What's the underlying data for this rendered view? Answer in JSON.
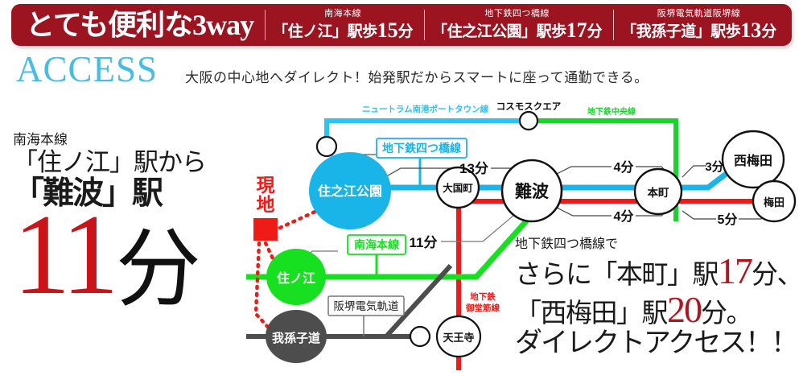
{
  "header": {
    "headline": "とても便利な3way",
    "routes": [
      {
        "line": "南海本線",
        "station": "「住ノ江」駅歩",
        "minutes": "15",
        "unit": "分"
      },
      {
        "line": "地下鉄四つ橋線",
        "station": "「住之江公園」駅歩",
        "minutes": "17",
        "unit": "分"
      },
      {
        "line": "阪堺電気軌道阪堺線",
        "station": "「我孫子道」駅歩",
        "minutes": "13",
        "unit": "分"
      }
    ],
    "band_color": "#9d1421"
  },
  "subheader": {
    "title": "ACCESS",
    "title_color": "#45bde4",
    "description": "大阪の中心地へダイレクト！始発駅だからスマートに座って通勤できる。"
  },
  "left_copy": {
    "line_name": "南海本線",
    "from_station": "「住ノ江」駅から",
    "to_station": "「難波」駅",
    "minutes": "11",
    "unit": "分",
    "minutes_color": "#cc1318"
  },
  "bottom_right_copy": {
    "lead": "地下鉄四つ橋線で",
    "line1_prefix": "さらに「本町」駅",
    "line1_number": "17",
    "line1_suffix": "分、",
    "line2_prefix": "「西梅田」駅",
    "line2_number": "20",
    "line2_suffix": "分。",
    "line3": "ダイレクトアクセス！！",
    "number_color": "#b5121b"
  },
  "map": {
    "site_marker": {
      "label": "現地",
      "color": "#ee1b16"
    },
    "lines": [
      {
        "name": "ニュートラム南港ポートタウン線",
        "color": "#29c5f6",
        "label_color": "#29c5f6"
      },
      {
        "name": "地下鉄中央線",
        "color": "#18d52b",
        "label_color": "#18d52b"
      },
      {
        "name": "地下鉄四つ橋線",
        "color": "#19b4e8",
        "label_color": "#19b4e8"
      },
      {
        "name": "南海本線",
        "color": "#16e01f",
        "label_color": "#16e01f"
      },
      {
        "name": "地下鉄御堂筋線",
        "color": "#ee1b16",
        "label_color": "#ee1b16"
      },
      {
        "name": "阪堺電気軌道",
        "color": "#4d4d4d",
        "label_color": "#333333"
      }
    ],
    "stations": [
      {
        "name": "コスモスクエア",
        "style": "small-open"
      },
      {
        "name": "住之江公園",
        "style": "big-cyan"
      },
      {
        "name": "大国町",
        "style": "mid-open"
      },
      {
        "name": "難波",
        "style": "big-open"
      },
      {
        "name": "本町",
        "style": "mid-open"
      },
      {
        "name": "西梅田",
        "style": "big-open"
      },
      {
        "name": "梅田",
        "style": "mid-open"
      },
      {
        "name": "住ノ江",
        "style": "big-green"
      },
      {
        "name": "我孫子道",
        "style": "big-gray"
      },
      {
        "name": "天王寺",
        "style": "mid-open"
      }
    ],
    "durations": [
      {
        "value": "13分",
        "from": "住之江公園",
        "to": "難波"
      },
      {
        "value": "4分",
        "from": "難波",
        "to": "本町"
      },
      {
        "value": "3分",
        "from": "本町",
        "to": "西梅田"
      },
      {
        "value": "4分",
        "from": "難波",
        "to": "本町"
      },
      {
        "value": "5分",
        "from": "本町",
        "to": "梅田"
      },
      {
        "value": "11分",
        "from": "住ノ江",
        "to": "難波"
      }
    ],
    "line_label_nt": "ニュートラム南港ポートタウン線",
    "line_label_chuo": "地下鉄中央線",
    "line_label_yotsubashi": "地下鉄四つ橋線",
    "line_label_nankai": "南海本線",
    "line_label_midosuji_a": "地下鉄",
    "line_label_midosuji_b": "御堂筋線",
    "line_label_hankai": "阪堺電気軌道",
    "st_cosmo": "コスモスクエア",
    "st_suminoe_park": "住之江公園",
    "st_daikokucho": "大国町",
    "st_namba": "難波",
    "st_honmachi": "本町",
    "st_nishiumeda": "西梅田",
    "st_umeda": "梅田",
    "st_suminoe": "住ノ江",
    "st_abikomichi": "我孫子道",
    "st_tennoji": "天王寺",
    "dur_13": "13分",
    "dur_4a": "4分",
    "dur_3": "3分",
    "dur_4b": "4分",
    "dur_5": "5分",
    "dur_11": "11分"
  }
}
